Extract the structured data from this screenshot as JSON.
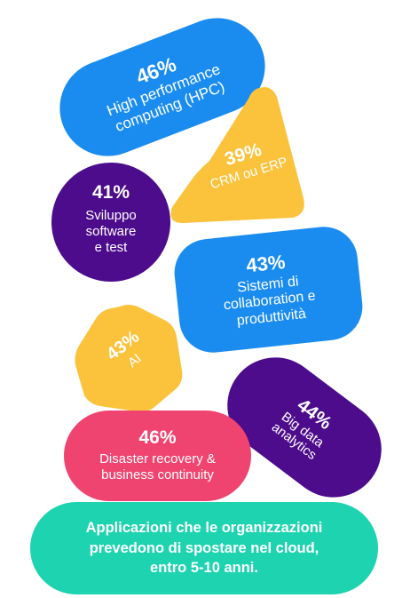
{
  "colors": {
    "blue": "#1a8cf0",
    "yellow": "#fbc23c",
    "purple": "#4c0c8c",
    "pink": "#f04470",
    "teal": "#1ed3b0",
    "text": "#ffffff"
  },
  "items": {
    "hpc": {
      "percent": "46%",
      "label": "High performance computing (HPC)"
    },
    "crm": {
      "percent": "39%",
      "label": "CRM ou ERP"
    },
    "sviluppo": {
      "percent": "41%",
      "label_lines": [
        "Sviluppo",
        "software",
        "e test"
      ]
    },
    "sistemi": {
      "percent": "43%",
      "label_lines": [
        "Sistemi di",
        "collaboration e",
        "produttività"
      ]
    },
    "ai": {
      "percent": "43%",
      "label": "AI"
    },
    "bigdata": {
      "percent": "44%",
      "label_lines": [
        "Big data",
        "analytics"
      ]
    },
    "disaster": {
      "percent": "46%",
      "label_lines": [
        "Disaster recovery &",
        "business continuity"
      ]
    }
  },
  "caption": {
    "lines": [
      "Applicazioni che le organizzazioni",
      "prevedono di spostare nel cloud,",
      "entro 5-10 anni."
    ]
  }
}
